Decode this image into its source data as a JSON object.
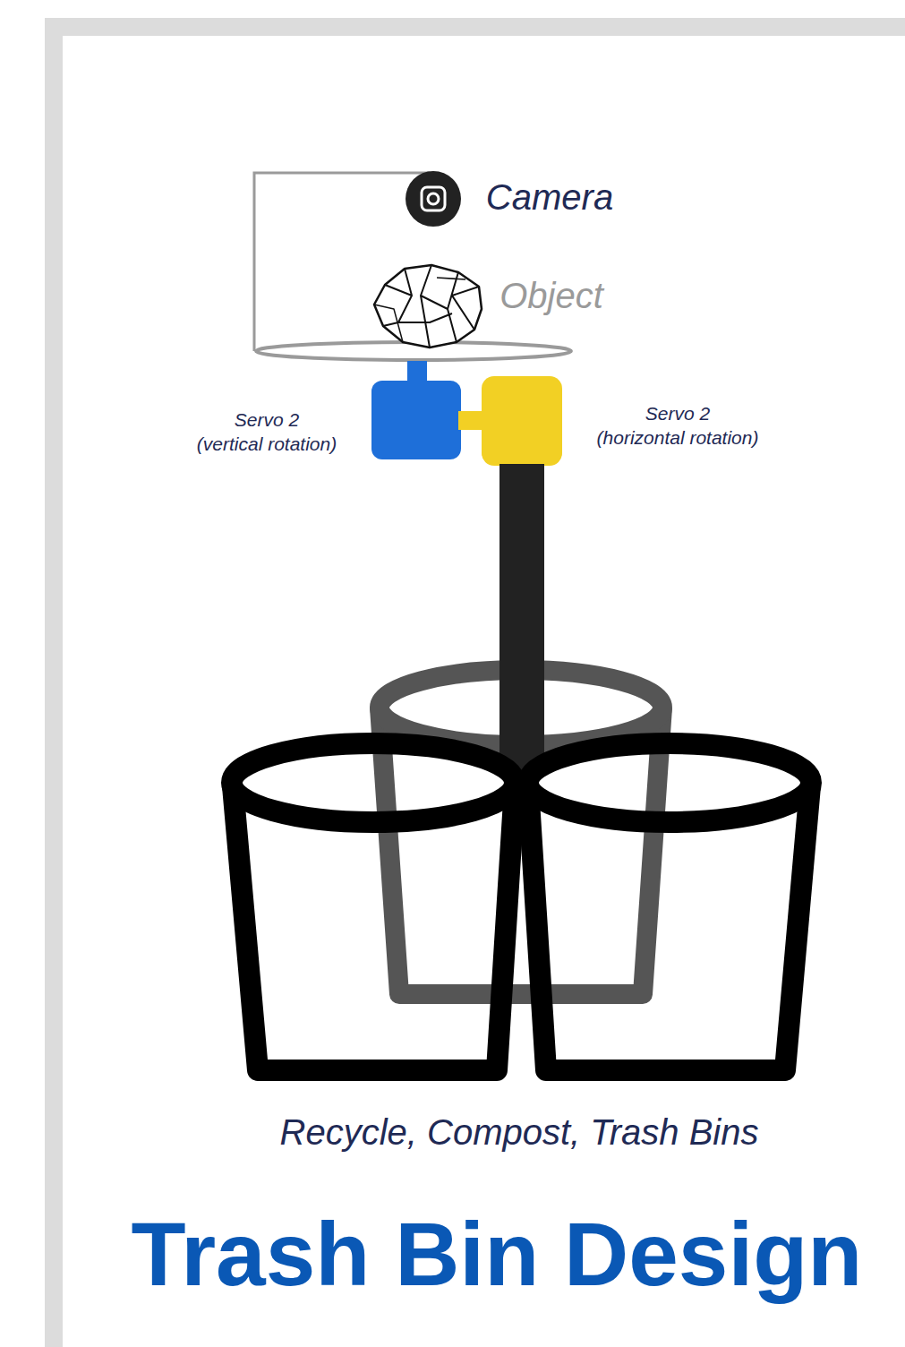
{
  "diagram": {
    "title": "Trash Bin Design",
    "labels": [
      "Camera",
      "Object",
      "Servo 2",
      "(vertical rotation)",
      "Servo 2",
      "(horizontal rotation)",
      "Recycle, Compost, Trash Bins"
    ]
  }
}
